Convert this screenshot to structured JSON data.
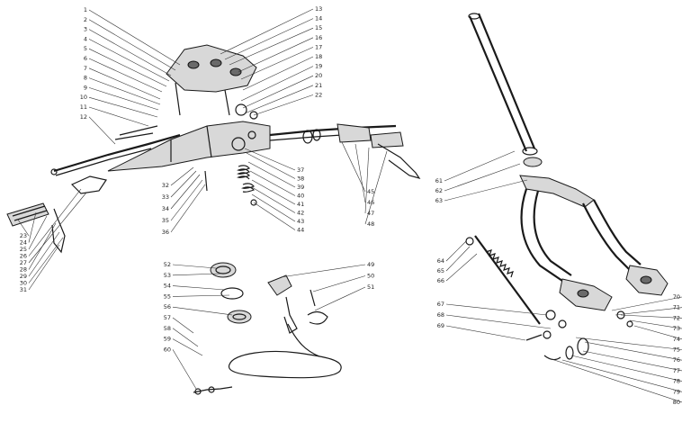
{
  "diagram": {
    "labels_group_handlebar_left": [
      "1",
      "2",
      "3",
      "4",
      "5",
      "6",
      "7",
      "8",
      "9",
      "10",
      "11",
      "12"
    ],
    "labels_group_handlebar_right": [
      "13",
      "14",
      "15",
      "16",
      "17",
      "18",
      "19",
      "20",
      "21",
      "22"
    ],
    "labels_group_lever_left": [
      "23",
      "24",
      "25",
      "26",
      "27",
      "28",
      "29",
      "30",
      "31"
    ],
    "labels_group_center_left": [
      "32",
      "33",
      "34",
      "35",
      "36"
    ],
    "labels_group_center_right": [
      "37",
      "38",
      "39",
      "40",
      "41",
      "42",
      "43",
      "44"
    ],
    "labels_group_throttle": [
      "45",
      "46",
      "47",
      "48"
    ],
    "labels_group_cable_right": [
      "49",
      "50",
      "51"
    ],
    "labels_group_cable_left": [
      "52",
      "53",
      "54",
      "55",
      "56",
      "57",
      "58",
      "59",
      "60"
    ],
    "labels_group_fork_upper": [
      "61",
      "62",
      "63"
    ],
    "labels_group_fork_axle": [
      "64",
      "65",
      "66"
    ],
    "labels_group_fork_lower_left": [
      "67",
      "68",
      "69"
    ],
    "labels_group_fork_lower_right": [
      "70",
      "71",
      "72",
      "73",
      "74",
      "75",
      "76",
      "77",
      "78",
      "79",
      "80"
    ]
  }
}
